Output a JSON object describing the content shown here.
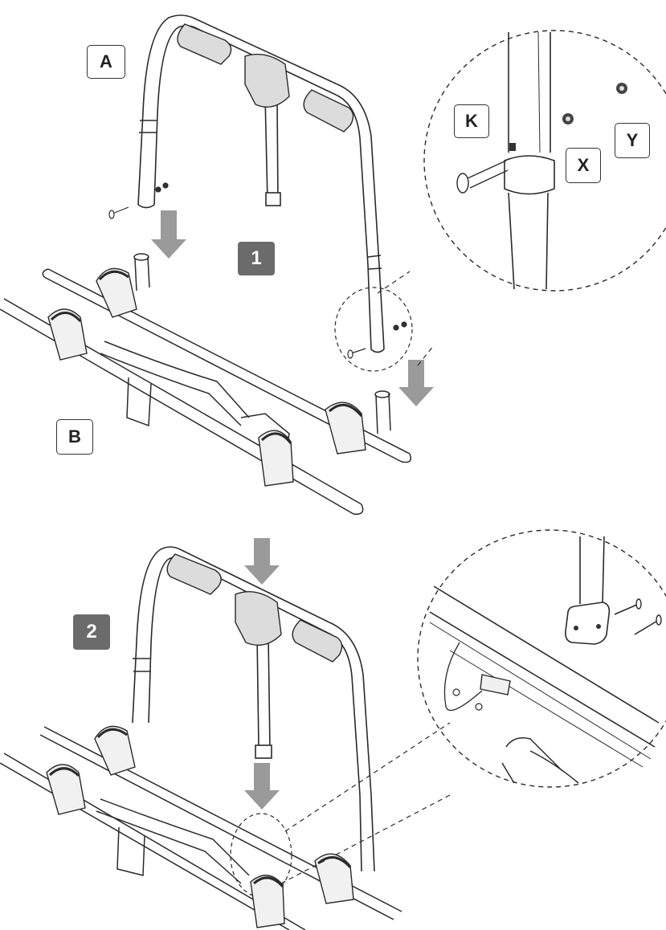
{
  "labels": {
    "A": "A",
    "B": "B",
    "K": "K",
    "X": "X",
    "Y": "Y"
  },
  "steps": {
    "one": "1",
    "two": "2"
  },
  "colors": {
    "line": "#2a2a2a",
    "pad_fill": "#dcdcdc",
    "arrow_fill": "#9a9a9a",
    "step_fill": "#6b6b6b"
  }
}
